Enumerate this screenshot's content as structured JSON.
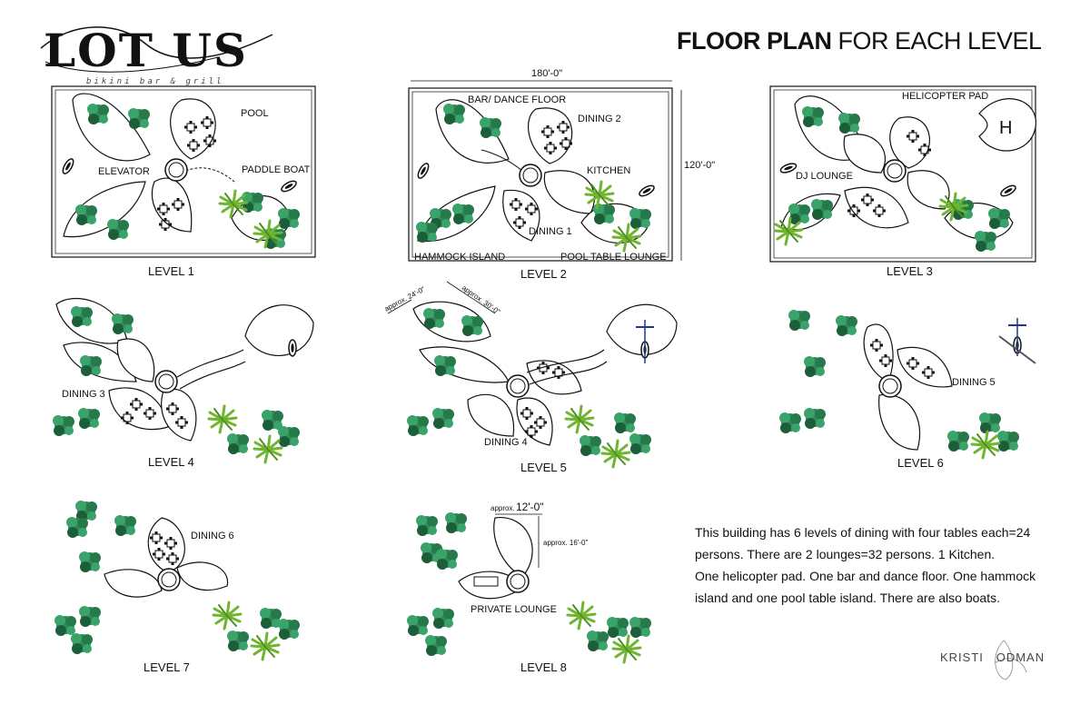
{
  "header": {
    "brand_name": "LOT US",
    "brand_tagline": "bikini bar & grill",
    "title_bold": "FLOOR PLAN",
    "title_rest": " FOR EACH LEVEL"
  },
  "levels": [
    {
      "label": "LEVEL 1",
      "rooms": [
        "POOL",
        "ELEVATOR",
        "PADDLE BOAT"
      ]
    },
    {
      "label": "LEVEL 2",
      "rooms": [
        "BAR/ DANCE FLOOR",
        "DINING 2",
        "KITCHEN",
        "DINING 1",
        "HAMMOCK ISLAND",
        "POOL TABLE LOUNGE"
      ]
    },
    {
      "label": "LEVEL 3",
      "rooms": [
        "HELICOPTER PAD",
        "DJ LOUNGE",
        "H"
      ]
    },
    {
      "label": "LEVEL 4",
      "rooms": [
        "DINING 3"
      ]
    },
    {
      "label": "LEVEL 5",
      "rooms": [
        "DINING 4"
      ]
    },
    {
      "label": "LEVEL 6",
      "rooms": [
        "DINING 5"
      ]
    },
    {
      "label": "LEVEL 7",
      "rooms": [
        "DINING 6"
      ]
    },
    {
      "label": "LEVEL 8",
      "rooms": [
        "PRIVATE LOUNGE"
      ]
    }
  ],
  "dimensions": {
    "width": "180'-0\"",
    "height": "120'-0\"",
    "petal_a": "approx. 24'-0\"",
    "petal_b": "approx. 30'-0\"",
    "lounge_w_prefix": "approx.",
    "lounge_w": "12'-0\"",
    "lounge_h": "approx. 16'-0\""
  },
  "description": [
    "This building has 6 levels of dining with four tables each=24",
    "persons. There are 2 lounges=32 persons. 1 Kitchen.",
    "One helicopter pad. One bar and dance floor. One hammock",
    "island and one pool table island. There are also boats."
  ],
  "signature": "KRISTI   ODMAN",
  "colors": {
    "tree": "#2e8b57",
    "tree_dark": "#1d5e3a",
    "palm": "#7bbf3a",
    "line": "#111111"
  }
}
